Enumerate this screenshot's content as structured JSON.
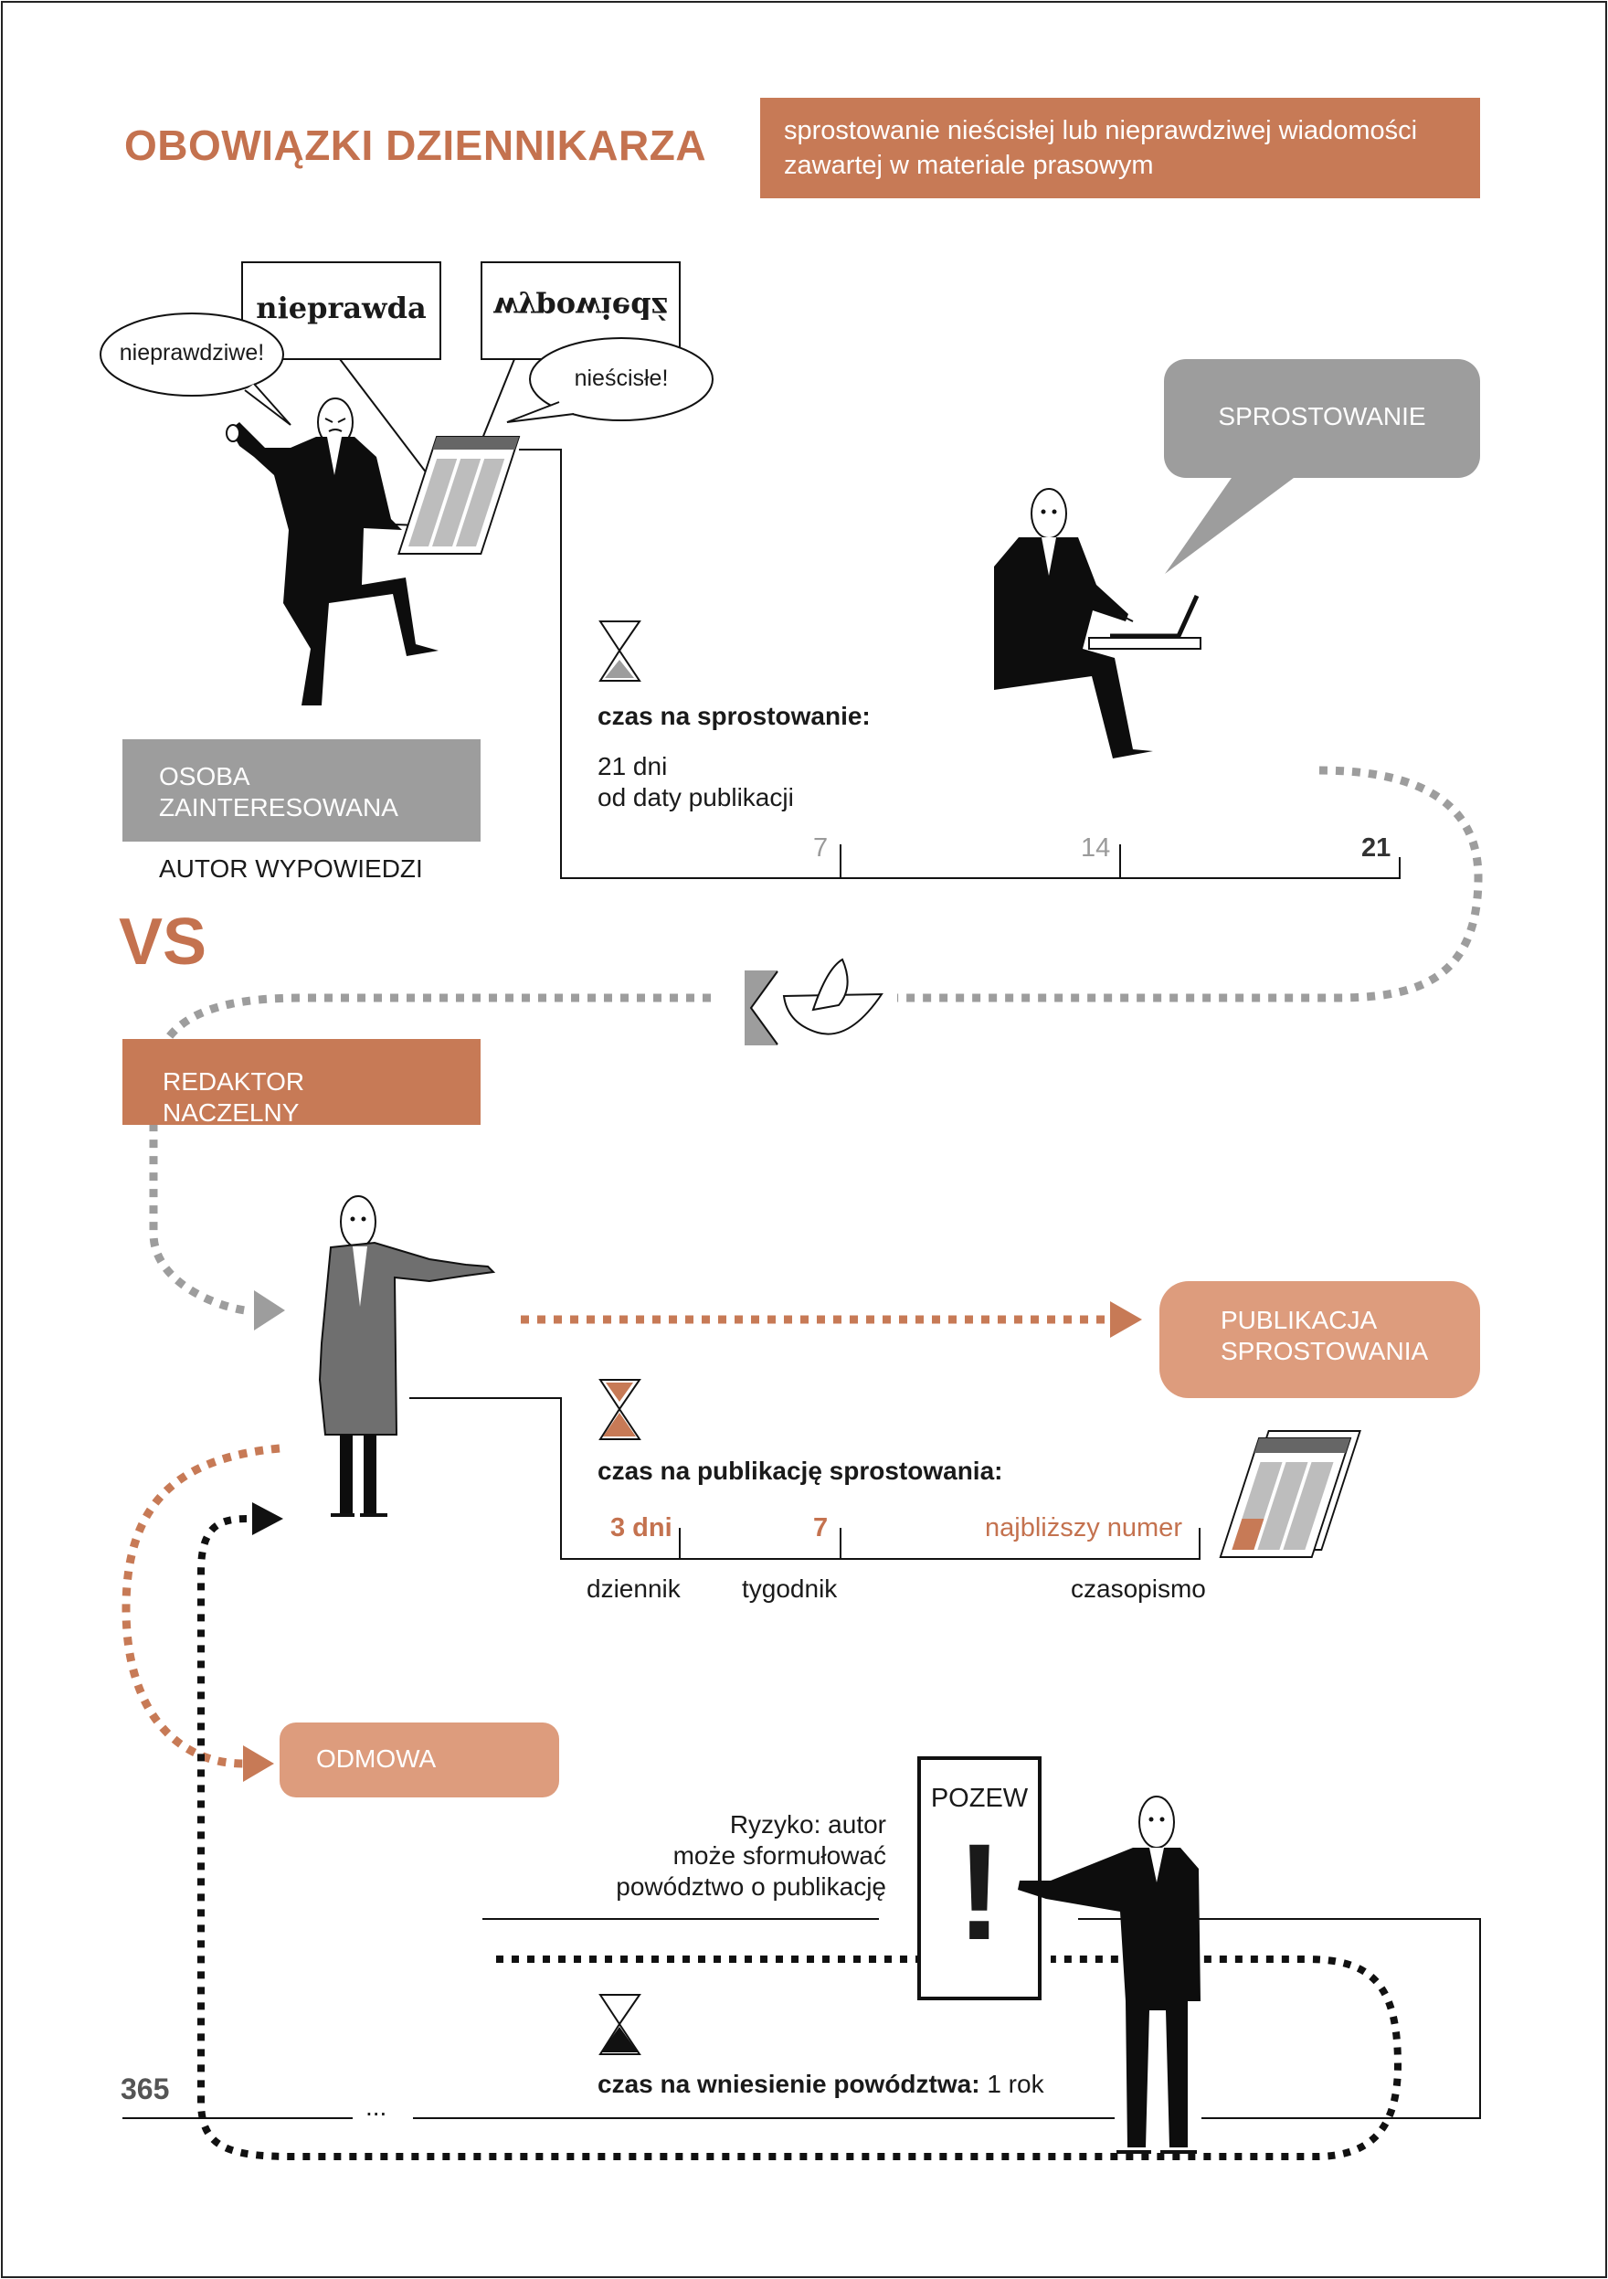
{
  "header": {
    "title": "OBOWIĄZKI DZIENNIKARZA",
    "subtitle": "sprostowanie nieścisłej lub nieprawdziwej wiadomości zawartej w materiale prasowym"
  },
  "scene1": {
    "sign_left": "nieprawda",
    "sign_right": "wypowiedź",
    "bubble_left": "nieprawdziwe!",
    "bubble_right": "nieścisłe!",
    "label_box": "OSOBA ZAINTERESOWANA",
    "label_sub": "AUTOR WYPOWIEDZI"
  },
  "scene2": {
    "bubble": "SPROSTOWANIE",
    "time_heading": "czas na sprostowanie:",
    "time_value_line1": "21 dni",
    "time_value_line2": "od daty publikacji",
    "ticks": [
      "7",
      "14",
      "21"
    ]
  },
  "vs": "VS",
  "editor": {
    "label_box": "REDAKTOR NACZELNY",
    "result_box": "PUBLIKACJA SPROSTOWANIA",
    "time_heading": "czas na publikację sprostowania:",
    "ticks": [
      {
        "value": "3 dni",
        "label": "dziennik"
      },
      {
        "value": "7",
        "label": "tygodnik"
      },
      {
        "value": "najbliższy numer",
        "label": "czasopismo"
      }
    ]
  },
  "refusal": {
    "label_box": "ODMOWA",
    "risk_line1": "Ryzyko: autor",
    "risk_line2": "może sformułować",
    "risk_line3": "powództwo o publikację",
    "sign": "POZEW",
    "sign_mark": "!",
    "time_heading": "czas na wniesienie powództwa:",
    "time_value": "1 rok",
    "ellipsis": "..."
  },
  "page_number": "365",
  "colors": {
    "rust": "#c77a56",
    "peach": "#dd9c7d",
    "grey": "#9d9d9d",
    "black": "#111111"
  }
}
